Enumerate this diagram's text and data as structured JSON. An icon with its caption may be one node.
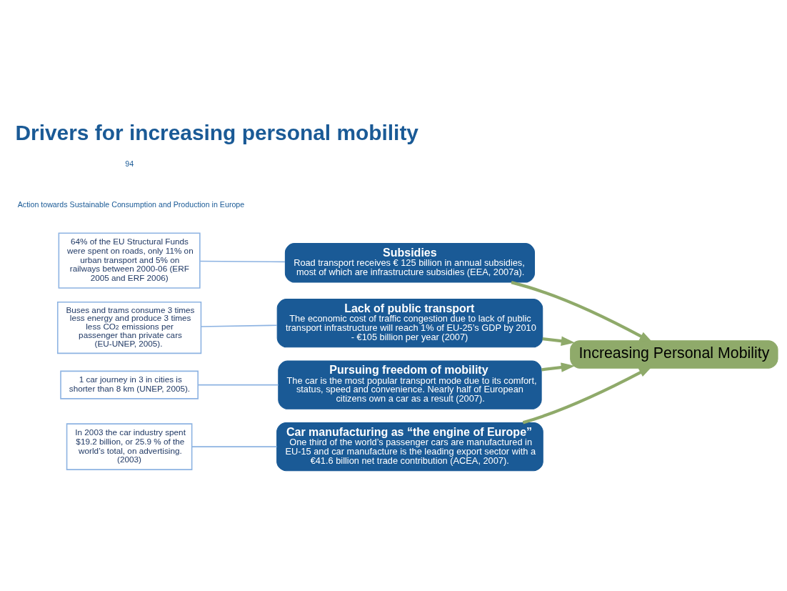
{
  "diagram": {
    "title": "Drivers for increasing personal mobility",
    "nodes": [
      {
        "text": [
          "64% of the EU Structural Funds were spent on roads, only 11% on urban transport and 5% on railways between 2000-06 (ERF 2005 and ERF 2006)"
        ]
      },
      {
        "text": [
          "Subsidies",
          "Road transport receives € 125 billion in annual subsidies, most of which are infrastructure subsidies (EEA, 2007a)."
        ]
      },
      {
        "text": [
          "Buses and trams consume 3 times less energy and produce 3 times less CO$_{2}$ emissions per passenger than private cars (EU-UNEP, 2005)."
        ]
      },
      {
        "text": [
          "Lack of public transport",
          "The economic cost of traffic congestion due to lack of public transport infrastructure will reach 1% of EU-25’s GDP by 2010 - €105 billion per year (2007)"
        ]
      },
      {
        "text": [
          "1 car journey in 3 in cities is shorter than 8 km (UNEP, 2005)."
        ]
      },
      {
        "text": [
          "Pursuing freedom of mobility",
          "The car is the most popular transport mode due to its comfort, status, speed and convenience. Nearly half of European citizens own a car as a result (2007)."
        ]
      },
      {
        "text": [
          "In 2003 the car industry spent $19.2 billion, or 25.9 % of the world’s total, on advertising. (2003)"
        ]
      },
      {
        "text": [
          "Car manufacturing as “the engine of Europe”",
          "One third of the world’s passenger cars are manufactured in EU-15 and car manufacture is the leading export sector with a €41.6 billion net trade contribution (ACEA, 2007)."
        ]
      },
      {
        "text": [
          "Increasing Personal Mobility"
        ]
      }
    ],
    "edges": [
      {
        "from": 0,
        "to": 1,
        "arrow": "none"
      },
      {
        "from": 2,
        "to": 3,
        "arrow": "none"
      },
      {
        "from": 4,
        "to": 5,
        "arrow": "none"
      },
      {
        "from": 6,
        "to": 7,
        "arrow": "none"
      },
      {
        "from": 1,
        "to": 8,
        "arrow": "to",
        "style": "thick",
        "color": "#8faa6a"
      },
      {
        "from": 3,
        "to": 8,
        "arrow": "to",
        "style": "thick",
        "color": "#8faa6a"
      },
      {
        "from": 5,
        "to": 8,
        "arrow": "to",
        "style": "thick",
        "color": "#8faa6a"
      },
      {
        "from": 7,
        "to": 8,
        "arrow": "to",
        "style": "thick",
        "color": "#8faa6a"
      }
    ],
    "labels": [
      "Action towards Sustainable Consumption and Production in Europe",
      "94"
    ]
  }
}
